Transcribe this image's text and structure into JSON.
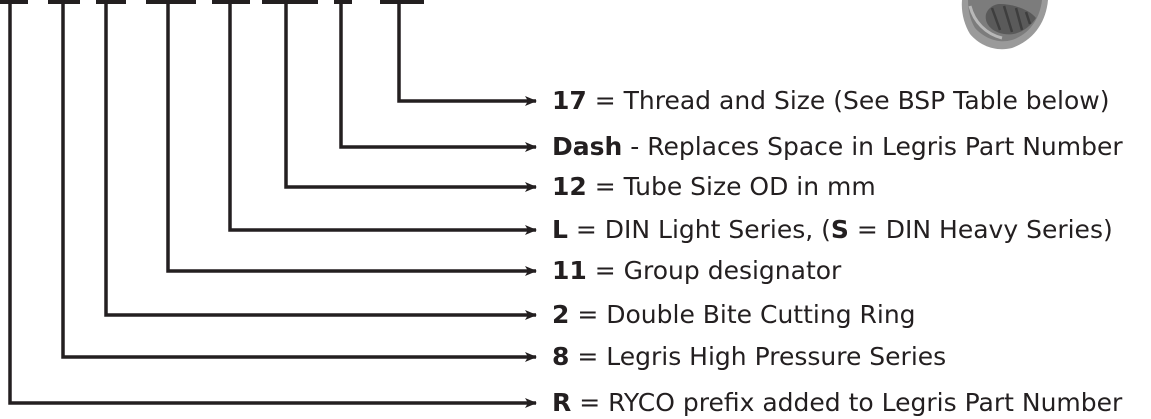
{
  "legend": [
    {
      "code": "17",
      "sep": " = ",
      "text": "Thread and Size (See BSP Table below)"
    },
    {
      "code": "Dash",
      "sep": " - ",
      "text": "Replaces Space in Legris Part Number"
    },
    {
      "code": "12",
      "sep": " = ",
      "text": "Tube Size OD in mm"
    },
    {
      "code": "L",
      "sep": " = ",
      "text": "DIN Light Series, (",
      "code2": "S",
      "text2": " = DIN Heavy Series)"
    },
    {
      "code": "11",
      "sep": " = ",
      "text": "Group designator"
    },
    {
      "code": "2",
      "sep": " = ",
      "text": "Double Bite Cutting Ring"
    },
    {
      "code": "8",
      "sep": " = ",
      "text": "Legris High Pressure Series"
    },
    {
      "code": "R",
      "sep": " = ",
      "text": "RYCO prefix added to Legris Part Number"
    }
  ],
  "colors": {
    "line": "#231f20",
    "text": "#231f20"
  },
  "icons": {
    "fitting": "fitting-photo-icon"
  }
}
